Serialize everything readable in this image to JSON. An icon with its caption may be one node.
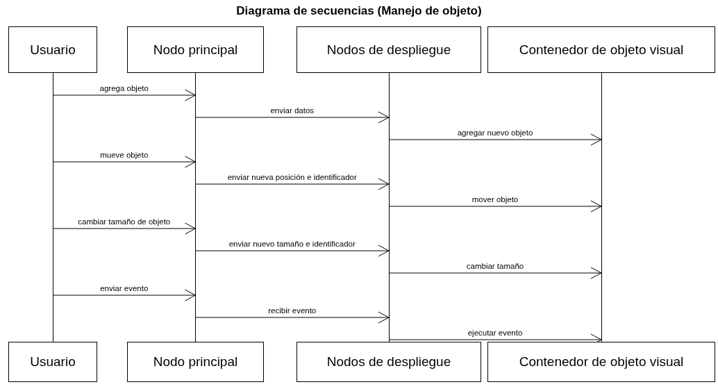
{
  "diagram": {
    "title": "Diagrama de secuencias (Manejo de objeto)",
    "nodes": [
      {
        "text": [
          "Usuario"
        ]
      },
      {
        "text": [
          "Nodo principal"
        ]
      },
      {
        "text": [
          "Nodos de despliegue"
        ]
      },
      {
        "text": [
          "Contenedor de objeto visual"
        ]
      },
      {
        "text": [],
        "shape": "bar"
      },
      {
        "text": [],
        "shape": "bar"
      },
      {
        "text": [],
        "shape": "bar"
      },
      {
        "text": [],
        "shape": "bar"
      },
      {
        "text": [
          "Usuario"
        ]
      },
      {
        "text": [
          "Nodo principal"
        ]
      },
      {
        "text": [
          "Nodos de despliegue"
        ]
      },
      {
        "text": [
          "Contenedor de objeto visual"
        ]
      }
    ],
    "edges": [
      {
        "from": 4,
        "to": 5,
        "arrow": "to",
        "label": "agrega objeto"
      },
      {
        "from": 5,
        "to": 6,
        "arrow": "to",
        "label": "enviar datos"
      },
      {
        "from": 6,
        "to": 7,
        "arrow": "to",
        "label": "agregar nuevo objeto"
      },
      {
        "from": 4,
        "to": 5,
        "arrow": "to",
        "label": "mueve objeto"
      },
      {
        "from": 5,
        "to": 6,
        "arrow": "to",
        "label": "enviar nueva posición e identificador"
      },
      {
        "from": 6,
        "to": 7,
        "arrow": "to",
        "label": "mover objeto"
      },
      {
        "from": 4,
        "to": 5,
        "arrow": "to",
        "label": "cambiar tamaño de objeto"
      },
      {
        "from": 5,
        "to": 6,
        "arrow": "to",
        "label": "enviar nuevo tamaño e identificador"
      },
      {
        "from": 6,
        "to": 7,
        "arrow": "to",
        "label": "cambiar tamaño"
      },
      {
        "from": 4,
        "to": 5,
        "arrow": "to",
        "label": "enviar evento"
      },
      {
        "from": 5,
        "to": 6,
        "arrow": "to",
        "label": "recibir evento"
      },
      {
        "from": 6,
        "to": 7,
        "arrow": "to",
        "label": "ejecutar evento"
      }
    ]
  }
}
